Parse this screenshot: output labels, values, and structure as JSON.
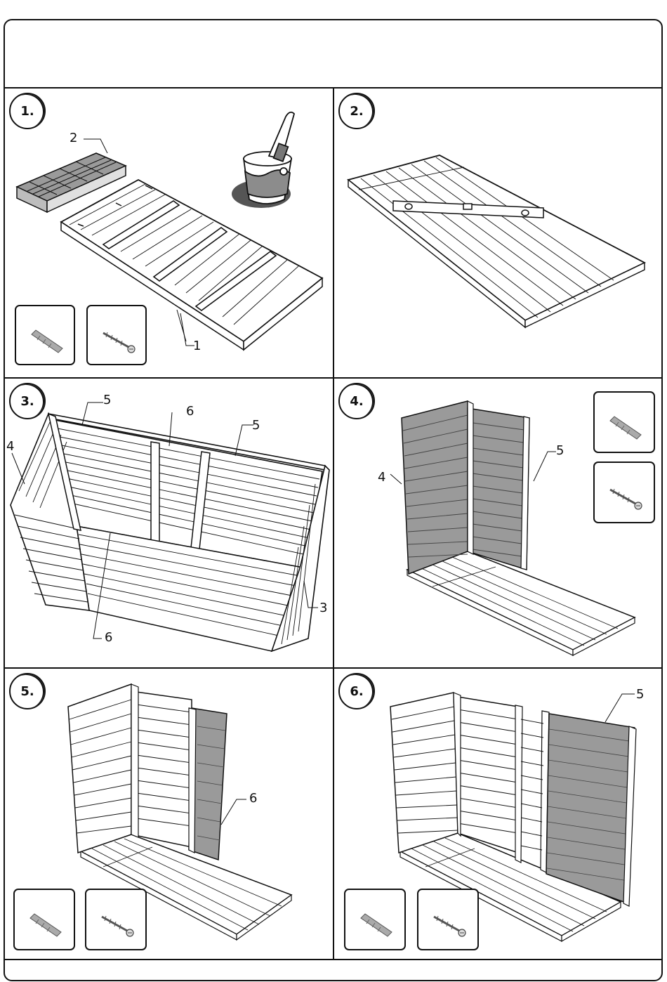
{
  "document": {
    "header_text": "",
    "footer_text": ""
  },
  "steps": [
    {
      "number": "1.",
      "callouts": [
        "2",
        "1"
      ],
      "icons": [
        "paint-bucket-icon",
        "wall-plug-icon",
        "screw-icon"
      ]
    },
    {
      "number": "2.",
      "callouts": [],
      "icons": [
        "spirit-level-icon"
      ]
    },
    {
      "number": "3.",
      "callouts": [
        "5",
        "6",
        "5",
        "4",
        "6",
        "3"
      ],
      "icons": []
    },
    {
      "number": "4.",
      "callouts": [
        "4",
        "5"
      ],
      "icons": [
        "wall-plug-icon",
        "screw-icon"
      ]
    },
    {
      "number": "5.",
      "callouts": [
        "6"
      ],
      "icons": [
        "wall-plug-icon",
        "screw-icon"
      ]
    },
    {
      "number": "6.",
      "callouts": [
        "5"
      ],
      "icons": [
        "wall-plug-icon",
        "screw-icon"
      ]
    }
  ],
  "colors": {
    "line": "#111111",
    "panel_fill": "#9a9a9a",
    "paper": "#ffffff"
  }
}
